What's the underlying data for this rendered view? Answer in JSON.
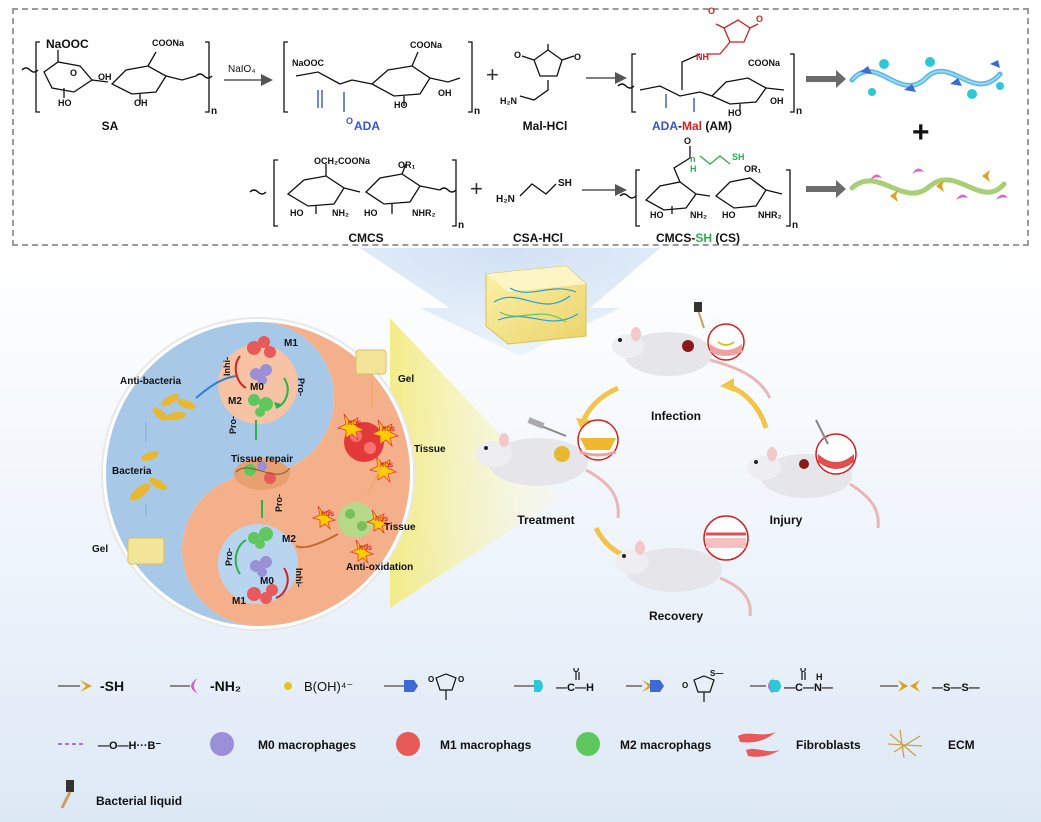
{
  "scheme": {
    "row1": {
      "sa": "SA",
      "reagent": "NaIO₄",
      "ada": "ADA",
      "mal": "Mal-HCl",
      "am_ada": "ADA",
      "am_dash": "-",
      "am_mal": "Mal",
      "am_suffix": " (AM)"
    },
    "row2": {
      "cmcs": "CMCS",
      "csa": "CSA-HCl",
      "cs_base": "CMCS-",
      "cs_sh": "SH",
      "cs_suffix": " (CS)"
    },
    "atoms": {
      "naooc": "NaOOC",
      "coona": "COONa",
      "oh": "OH",
      "ho": "HO",
      "o": "O",
      "n": "n",
      "nh2": "NH₂",
      "nhr2": "NHR₂",
      "och2coona": "OCH₂COONa",
      "or1": "OR₁",
      "h2n": "H₂N",
      "sh": "SH",
      "nh": "NH",
      "h": "H",
      "plus": "+"
    }
  },
  "yinyang": {
    "top": {
      "anti_bacteria": "Anti-bacteria",
      "bacteria": "Bacteria",
      "gel": "Gel",
      "m1": "M1",
      "m0": "M0",
      "m2": "M2",
      "inhi": "Inhi-",
      "pro": "Pro-",
      "pro2": "Pro-",
      "tissue_repair": "Tissue repair"
    },
    "bottom": {
      "gel": "Gel",
      "tissue1": "Tissue",
      "tissue2": "Tissue",
      "anti_oxidation": "Anti-oxidation",
      "m2": "M2",
      "m0": "M0",
      "m1": "M1",
      "pro": "Pro-",
      "pro2": "Pro-",
      "inhi": "Inhi-",
      "ros": "ROS"
    }
  },
  "cycle": {
    "infection": "Infection",
    "treatment": "Treatment",
    "injury": "Injury",
    "recovery": "Recovery"
  },
  "legend": {
    "sh": "-SH",
    "nh2": "-NH₂",
    "boh4": "B(OH)⁴⁻",
    "o_h_b": "—O—H···B⁻",
    "m0": "M0 macrophages",
    "m1": "M1 macrophags",
    "m2": "M2 macrophags",
    "fibroblasts": "Fibroblasts",
    "ecm": "ECM",
    "bacterial_liquid": "Bacterial liquid",
    "ch_o": "—C—H",
    "amide": "—C—N—",
    "disulfide": "—S—S—",
    "amide_h": "H",
    "o_top": "O",
    "ring_o": "O",
    "ring_s": "S—"
  },
  "colors": {
    "ada_blue": "#3355cc",
    "mal_red": "#d42020",
    "sh_green": "#2bb24c",
    "yin_blue": "#a8c8e8",
    "yang_orange": "#f4b08a",
    "strand_blue": "#5bb8e0",
    "strand_green": "#a8cf78"
  }
}
